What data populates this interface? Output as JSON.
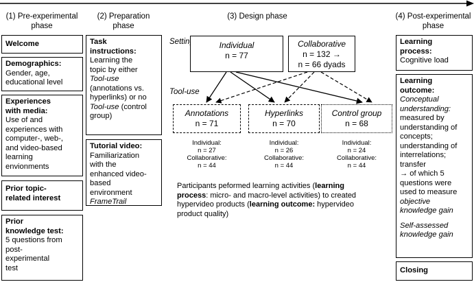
{
  "phases": {
    "p1": [
      "(1) Pre-experimental",
      "phase"
    ],
    "p2": [
      "(2) Preparation",
      "phase"
    ],
    "p3": "(3) Design phase",
    "p4": [
      "(4) Post-experimental",
      "phase"
    ]
  },
  "col1": {
    "welcome": "Welcome",
    "demographics_title": "Demographics:",
    "demographics_text": "Gender, age, educational level",
    "media_title": [
      "Experiences",
      "with media:"
    ],
    "media_text": [
      "Use of and",
      "experiences with",
      "computer-, web-,",
      "and video-based",
      "learning",
      "envionments"
    ],
    "interest": [
      "Prior topic-",
      "related interest"
    ],
    "prior_title": [
      "Prior",
      "knowledge test:"
    ],
    "prior_text": [
      "5 questions from",
      "post-",
      "experimental",
      "test"
    ]
  },
  "col2": {
    "task_title": [
      "Task",
      "instructions:"
    ],
    "task_l1": "Learning the",
    "task_l2": "topic by either",
    "task_l3": "Tool-use",
    "task_l4": "(annotations vs.",
    "task_l5": "hyperlinks) or no",
    "task_l6": "Tool-use",
    "task_l6b": " (control",
    "task_l7": "group)",
    "tutorial_title": "Tutorial video:",
    "tutorial_text": [
      "Familiarization",
      "with the",
      "enhanced video-",
      "based",
      "environment"
    ],
    "tutorial_italic": "FrameTrail"
  },
  "design": {
    "setting_label": "Setting",
    "tooluse_label": "Tool-use",
    "individual": {
      "name": "Individual",
      "n": "n = 77"
    },
    "collaborative": {
      "name": "Collaborative",
      "n1": "n = 132 →",
      "n2": "n = 66 dyads"
    },
    "annotations": {
      "name": "Annotations",
      "n": "n = 71",
      "ind": "Individual:",
      "ind_n": "n = 27",
      "col": "Collaborative:",
      "col_n": "n = 44"
    },
    "hyperlinks": {
      "name": "Hyperlinks",
      "n": "n = 70",
      "ind": "Individual:",
      "ind_n": "n = 26",
      "col": "Collaborative:",
      "col_n": "n = 44"
    },
    "control": {
      "name": "Control group",
      "n": "n = 68",
      "ind": "Individual:",
      "ind_n": "n = 24",
      "col": "Collaborative:",
      "col_n": "n = 44"
    },
    "para": {
      "a": "Participants peformed learning activities (",
      "b": "learning",
      "c": "process",
      "d": ": micro- and macro-level activities) to created",
      "e": "hypervideo products (",
      "f": "learning outcome:",
      "g": " hypervideo",
      "h": "product quality)"
    }
  },
  "col4": {
    "lp_title": [
      "Learning",
      "process:"
    ],
    "lp_text": "Cognitive load",
    "lo_title": [
      "Learning",
      "outcome:"
    ],
    "lo_l1": "Conceptual",
    "lo_l2": "understanding:",
    "lo_l3": "measured by",
    "lo_l4": "understanding of",
    "lo_l5": "concepts;",
    "lo_l6": "understanding of",
    "lo_l7": "interrelations;",
    "lo_l8": "transfer",
    "lo_l9": "→ of which 5",
    "lo_l10": "questions were",
    "lo_l11": "used to measure",
    "lo_l12": "objective",
    "lo_l13": "knowledge gain",
    "lo_l14": "Self-assessed",
    "lo_l15": "knowledge gain",
    "closing": "Closing"
  }
}
